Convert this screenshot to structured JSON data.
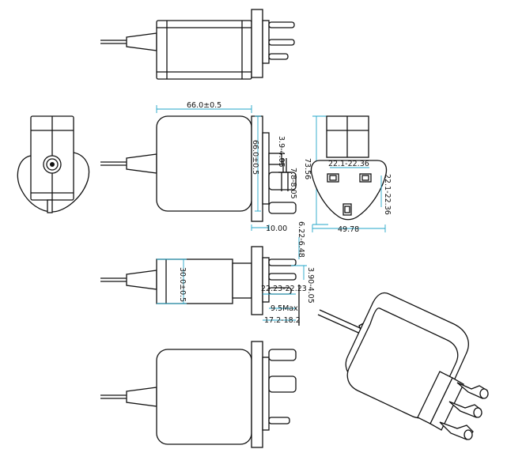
{
  "dimensions": {
    "width": "66.0±0.5",
    "height": "66.0±0.5",
    "pin_width": "3.9-4.05",
    "pin_thickness": "7.8-8.05",
    "pin_extension": "10.00",
    "pin_spacing_h": "22.1-22.36",
    "pin_spacing_v": "22.1-22.36",
    "plug_height": "73.56",
    "plug_width": "49.78",
    "earth_pin_offset": "6.22-6.48",
    "depth": "30.0±0.5",
    "pin_depth": "3.90-4.05",
    "pin_length": "22.23-22.23",
    "sleeve_max": "9.5Max",
    "pin_total": "17.2-18.2"
  },
  "colors": {
    "line": "#111111",
    "dimension": "#22a6c9",
    "background": "#ffffff"
  }
}
